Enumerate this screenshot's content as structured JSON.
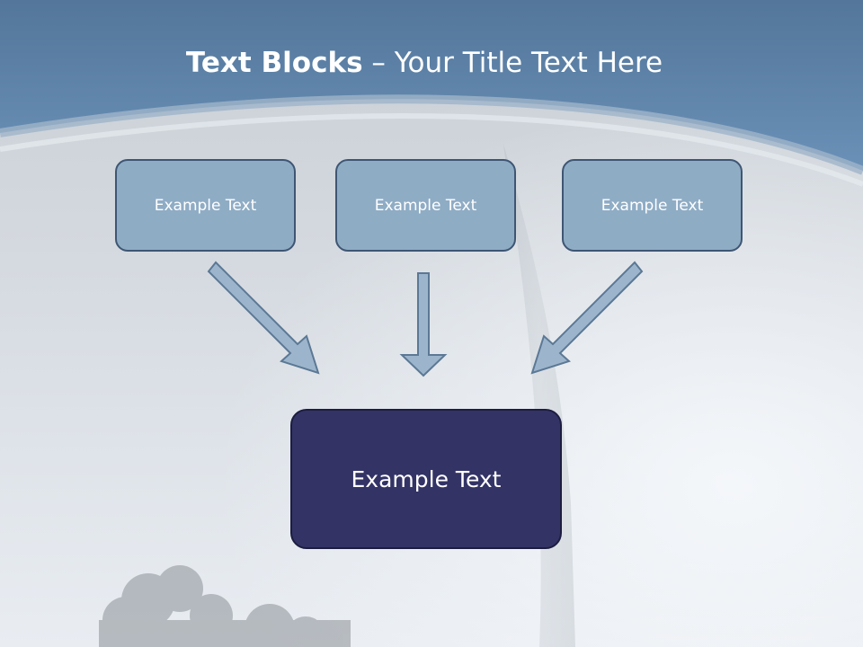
{
  "title": {
    "bold": "Text Blocks",
    "separator": " – ",
    "rest": "Your Title Text Here"
  },
  "blocks": [
    {
      "label": "Example Text"
    },
    {
      "label": "Example Text"
    },
    {
      "label": "Example Text"
    }
  ],
  "main_block": {
    "label": "Example Text"
  },
  "colors": {
    "header_band": "#5f84aa",
    "block_fill": "#8facc5",
    "block_border": "#3e5673",
    "main_fill": "#333366",
    "arrow_fill": "#9db5cc",
    "arrow_stroke": "#5b7895"
  }
}
